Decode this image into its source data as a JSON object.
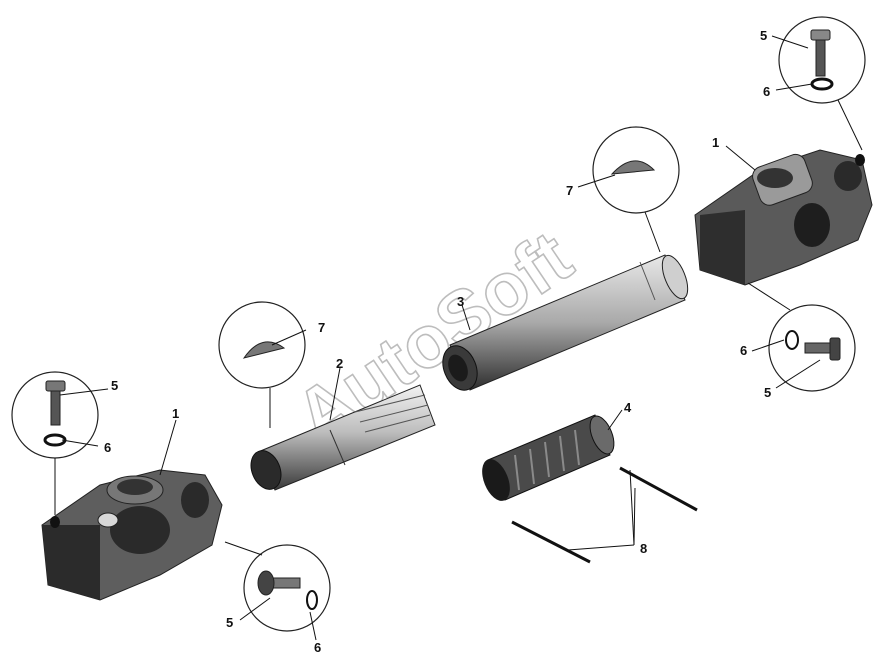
{
  "diagram": {
    "watermark": "AutoSoft",
    "labels": {
      "yoke_right": "1",
      "yoke_left": "1",
      "shaft_inner": "2",
      "shaft_tube": "3",
      "spring": "4",
      "bolt_top_right": "5",
      "washer_top_right": "6",
      "bolt_bottom_right": "5",
      "washer_bottom_right": "6",
      "bolt_top_left": "5",
      "washer_top_left": "6",
      "bolt_bottom_left": "5",
      "washer_bottom_left": "6",
      "key_right": "7",
      "key_left": "7",
      "wires": "8"
    }
  }
}
